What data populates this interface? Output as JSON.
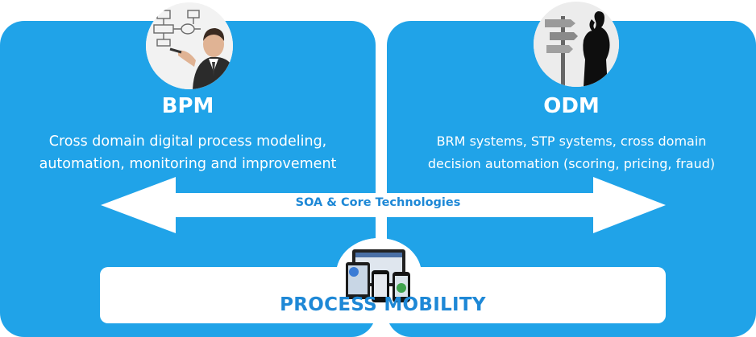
{
  "bpm": {
    "title": "BPM",
    "desc_line1": "Cross domain digital process modeling,",
    "desc_line2": "automation, monitoring and improvement"
  },
  "odm": {
    "title": "ODM",
    "desc_line1": "BRM systems, STP systems, cross domain",
    "desc_line2": "decision automation (scoring, pricing, fraud)"
  },
  "arrow_label": "SOA & Core Technologies",
  "mobility_label": "PROCESS MOBILITY",
  "colors": {
    "panel": "#20a3e8",
    "accent_text": "#1e88d6",
    "white": "#ffffff"
  },
  "icons": {
    "bpm_image": "man-drawing-flowchart-photo",
    "odm_image": "man-at-signpost-photo",
    "mobility_image": "mobile-devices-photo"
  }
}
